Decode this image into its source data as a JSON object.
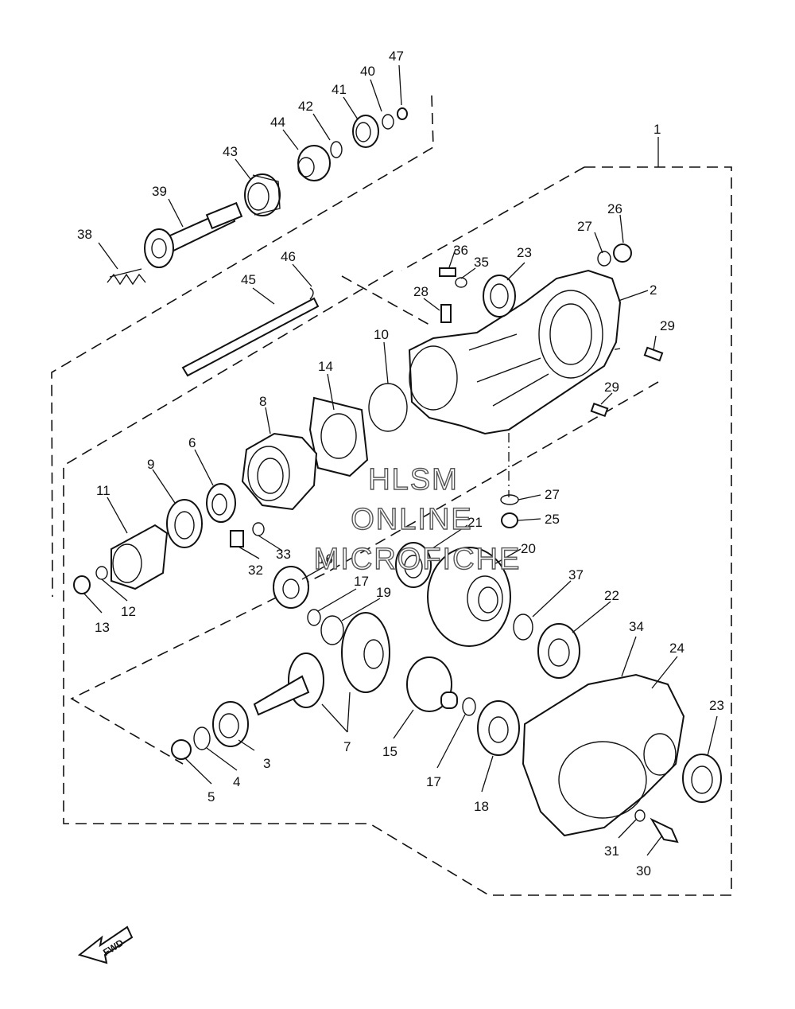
{
  "diagram": {
    "callouts": [
      "1",
      "2",
      "3",
      "4",
      "5",
      "6",
      "7",
      "8",
      "9",
      "10",
      "11",
      "12",
      "13",
      "14",
      "15",
      "16",
      "17",
      "17",
      "18",
      "19",
      "20",
      "21",
      "22",
      "23",
      "23",
      "24",
      "25",
      "26",
      "27",
      "27",
      "28",
      "29",
      "29",
      "30",
      "31",
      "32",
      "33",
      "34",
      "35",
      "36",
      "37",
      "38",
      "39",
      "40",
      "41",
      "42",
      "43",
      "44",
      "45",
      "46",
      "47"
    ],
    "watermark": [
      "HLSM",
      "ONLINE",
      "MICROFICHE"
    ],
    "direction_marker": "FWD"
  }
}
